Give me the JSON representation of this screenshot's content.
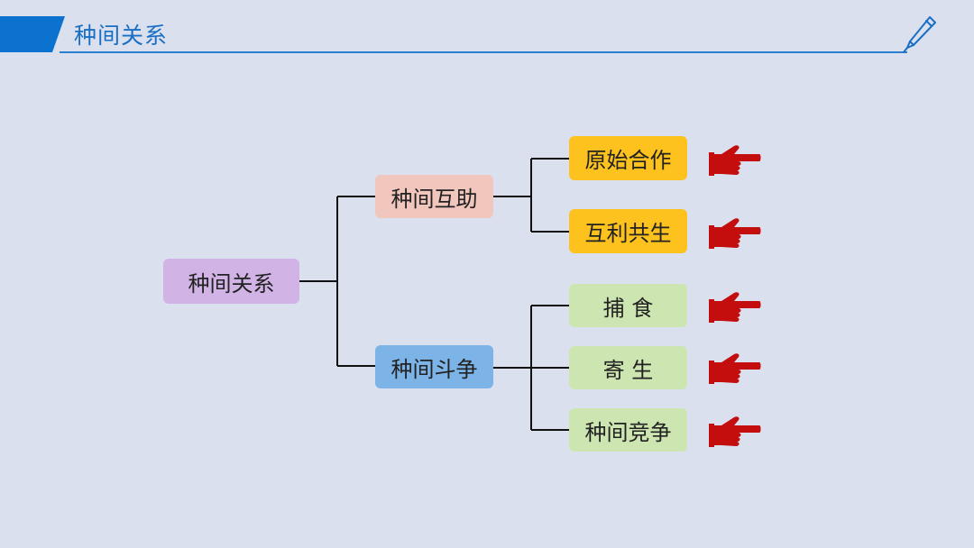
{
  "header": {
    "title": "种间关系"
  },
  "tree": {
    "root": "种间关系",
    "branch_help": "种间互助",
    "branch_fight": "种间斗争",
    "leaves": {
      "cooperation": "原始合作",
      "mutualism": "互利共生",
      "predation": "捕 食",
      "parasitism": "寄 生",
      "competition": "种间竞争"
    }
  },
  "colors": {
    "background": "#dae0ee",
    "accent": "#1a6fc4",
    "root": "#d2b3e6",
    "help": "#f1c6bd",
    "fight": "#7db4e8",
    "leaf_help": "#fdc21d",
    "leaf_fight": "#cde5b0",
    "hand": "#c40d0d"
  },
  "icons": {
    "header_decoration": "pen-icon",
    "pointer": "pointing-hand-icon"
  }
}
